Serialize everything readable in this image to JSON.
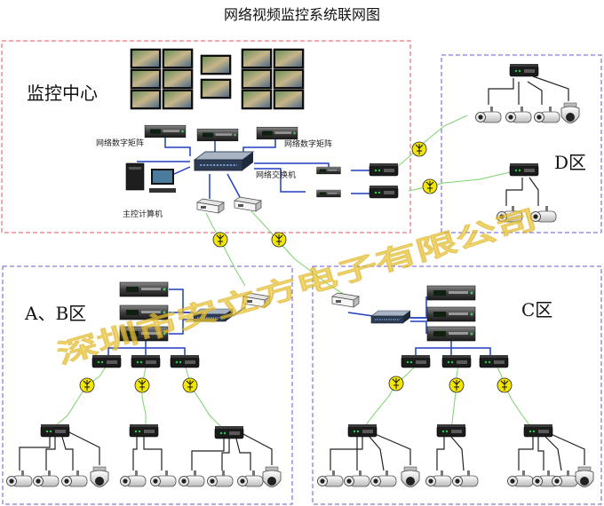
{
  "title": "网络视频监控系统联网图",
  "zones": {
    "control_center": "监控中心",
    "zone_ab": "A、B区",
    "zone_c": "C区",
    "zone_d": "D区"
  },
  "labels": {
    "matrix_left": "网络数字矩阵",
    "matrix_right": "网络数字矩阵",
    "switch": "网络交换机",
    "host": "主控计算机"
  },
  "watermark": "深圳市安立方电子有限公司",
  "colors": {
    "control_border": "#e05a5a",
    "zone_border": "#6a5acd",
    "network_cable": "#1f3fbf",
    "wireless_link": "#7bd36b",
    "antenna_badge": "#f2e600",
    "watermark": "#f3d34a"
  },
  "icons": {
    "camera": "bullet-camera-icon",
    "dome": "dome-camera-icon",
    "antenna": "wireless-antenna-icon",
    "switch": "network-switch-icon",
    "encoder": "video-encoder-icon",
    "recorder": "dvr-rack-icon",
    "monitor": "video-wall-monitor-icon",
    "pc": "host-computer-icon"
  }
}
